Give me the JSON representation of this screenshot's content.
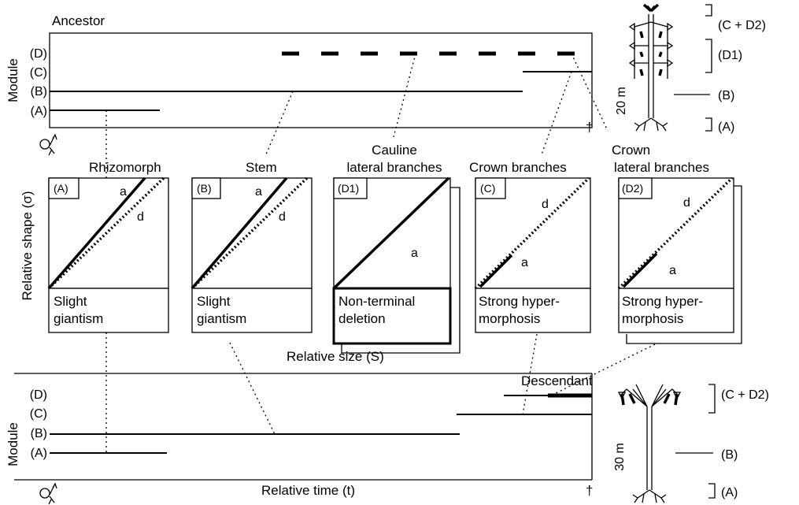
{
  "ancestor": {
    "title": "Ancestor",
    "axis_label": "Module",
    "rows": [
      "(D)",
      "(C)",
      "(B)",
      "(A)"
    ],
    "tree": {
      "height_label": "20 m",
      "labels": [
        "(C + D2)",
        "(D1)",
        "(B)",
        "(A)"
      ]
    }
  },
  "descendant": {
    "title": "Descendant",
    "axis_label": "Module",
    "rows": [
      "(D)",
      "(C)",
      "(B)",
      "(A)"
    ],
    "tree": {
      "height_label": "30 m",
      "labels": [
        "(C + D2)",
        "(B)",
        "(A)"
      ]
    },
    "time_label": "Relative time (t)"
  },
  "panels_axis": {
    "y_label": "Relative shape (σ)",
    "x_label": "Relative size (S)"
  },
  "panels": [
    {
      "title": "Rhizomorph",
      "code": "(A)",
      "curve_a": "a",
      "curve_d": "d",
      "caption_1": "Slight",
      "caption_2": "giantism"
    },
    {
      "title": "Stem",
      "code": "(B)",
      "curve_a": "a",
      "curve_d": "d",
      "caption_1": "Slight",
      "caption_2": "giantism"
    },
    {
      "title_1": "Cauline",
      "title_2": "lateral branches",
      "code": "(D1)",
      "curve_a": "a",
      "caption_1": "Non-terminal",
      "caption_2": "deletion"
    },
    {
      "title": "Crown branches",
      "code": "(C)",
      "curve_a": "a",
      "curve_d": "d",
      "caption_1": "Strong hyper-",
      "caption_2": "morphosis"
    },
    {
      "title_1": "Crown",
      "title_2": "lateral branches",
      "code": "(D2)",
      "curve_a": "a",
      "curve_d": "d",
      "caption_1": "Strong hyper-",
      "caption_2": "morphosis"
    }
  ],
  "symbols": {
    "death": "†"
  }
}
